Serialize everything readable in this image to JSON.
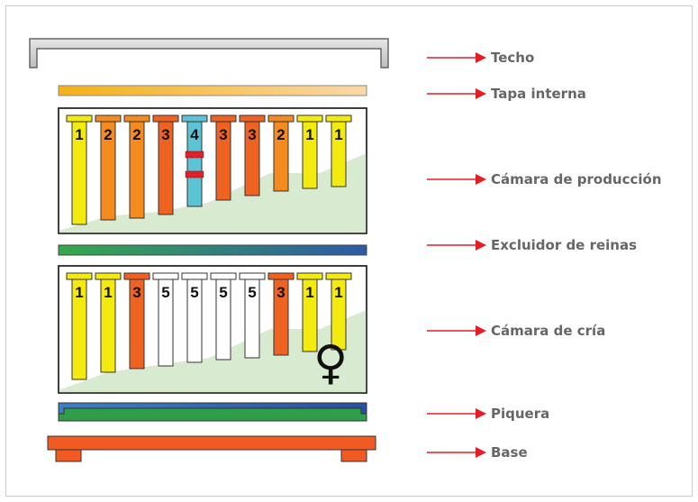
{
  "labels": {
    "roof": "Techo",
    "inner_cover": "Tapa interna",
    "super": "Cámara de producción",
    "excluder": "Excluidor de reinas",
    "brood": "Cámara de cría",
    "entrance": "Piquera",
    "base": "Base"
  },
  "production_frames": [
    "1",
    "2",
    "2",
    "3",
    "4",
    "3",
    "3",
    "2",
    "1",
    "1"
  ],
  "brood_frames": [
    "1",
    "1",
    "3",
    "5",
    "5",
    "5",
    "5",
    "3",
    "1",
    "1"
  ],
  "queen_symbol": "♀",
  "frame_colors": {
    "1": "#f3ea0f",
    "2": "#f58a1f",
    "3": "#f06221",
    "4": "#5bc3d4",
    "5": "#ffffff"
  },
  "colors": {
    "label_text": "#666666",
    "arrow": "#e41e26",
    "honey_fill": "#d8ebd0",
    "base": "#f15a22",
    "queen_cell_mark": "#e41e26"
  }
}
